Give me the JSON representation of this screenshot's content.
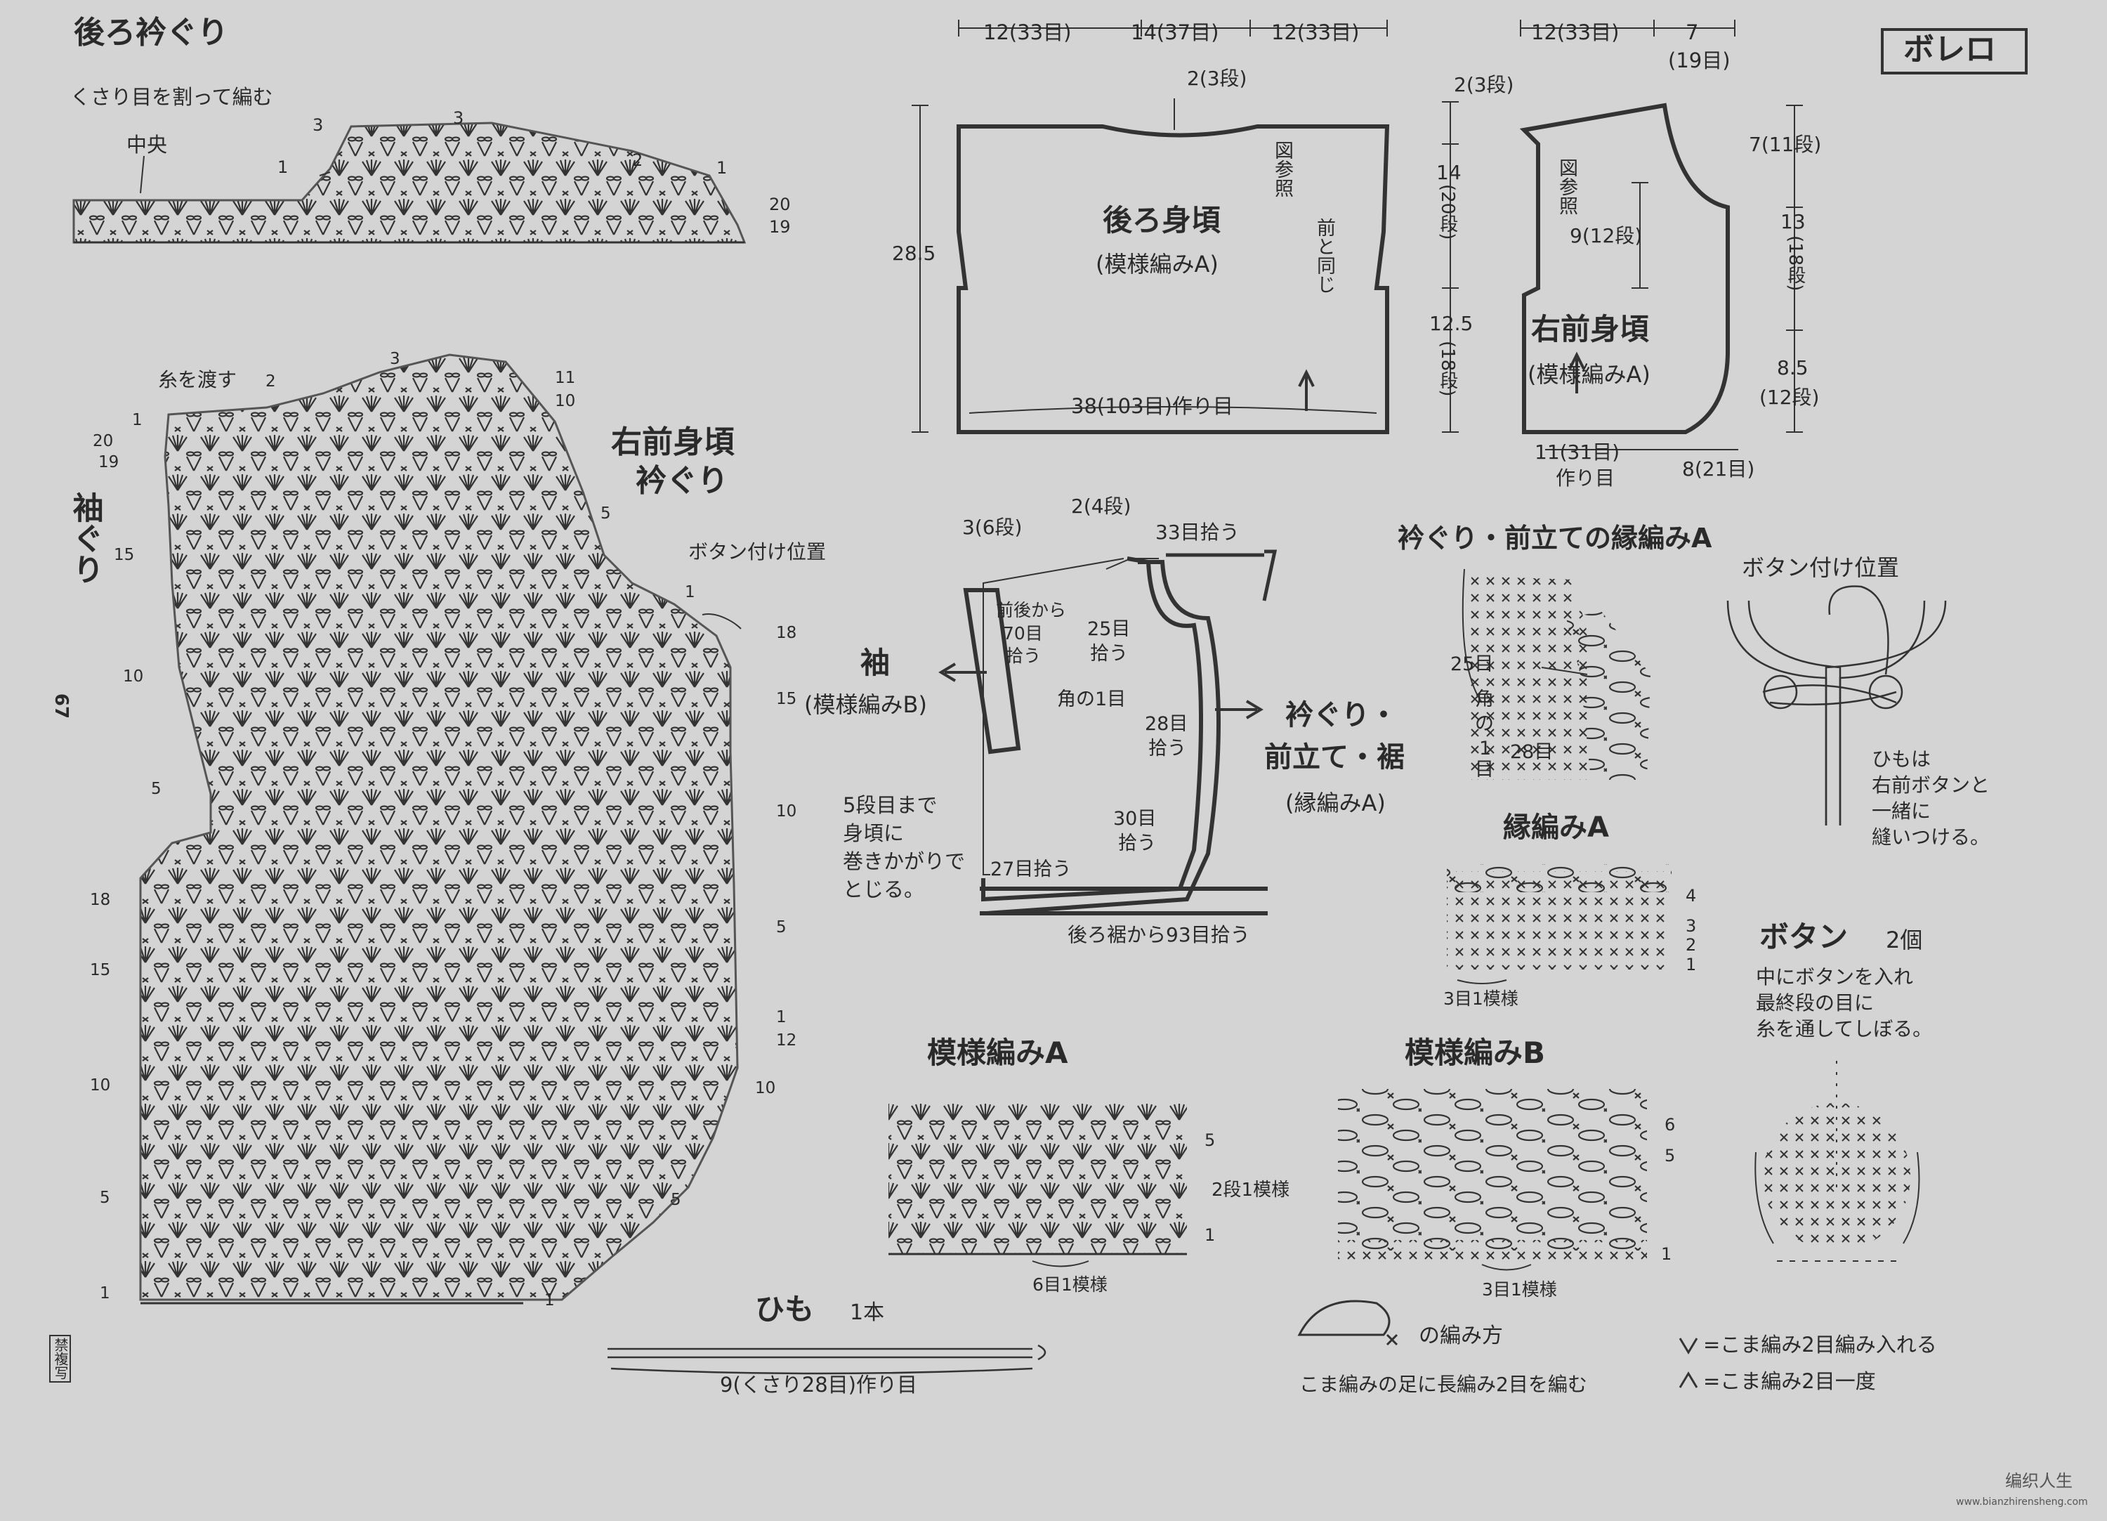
{
  "badge": "ボレロ",
  "page_number": "67",
  "stamp": "禁複写",
  "watermark": "编织人生",
  "watermark_url": "www.bianzhirensheng.com",
  "back_neck": {
    "title": "後ろ衿ぐり",
    "note_split": "くさり目を割って編む",
    "center": "中央",
    "rows_left": [
      "3",
      "1"
    ],
    "rows_right": [
      "3",
      "2",
      "1",
      "20",
      "19"
    ]
  },
  "right_front_chart": {
    "title_1": "右前身頃",
    "title_2": "衿ぐり",
    "side_label": "袖ぐり",
    "carry_yarn": "糸を渡す",
    "button_pos": "ボタン付け位置",
    "left_rows": [
      "3",
      "2",
      "1",
      "20",
      "19",
      "15",
      "10",
      "5",
      "18",
      "15",
      "10",
      "5",
      "1"
    ],
    "right_rows": [
      "11",
      "10",
      "5",
      "1",
      "18",
      "15",
      "10",
      "5",
      "1",
      "12",
      "10",
      "5",
      "1"
    ]
  },
  "back_body": {
    "title": "後ろ身頃",
    "pattern": "(模様編みA)",
    "top_left": "12(33目)",
    "top_mid": "14(37目)",
    "top_right": "12(33目)",
    "neck_depth": "2(3段)",
    "see_fig": "図参照",
    "same_front": "前と同じ",
    "height": "28.5",
    "bottom": "38(103目)作り目"
  },
  "right_front_body": {
    "title": "右前身頃",
    "pattern": "(模様編みA)",
    "top_left": "12(33目)",
    "top_right": "7",
    "top_right_sub": "(19目)",
    "shoulder": "2(3段)",
    "armhole": "14",
    "armhole_sub": "(20段)",
    "lower": "12.5",
    "lower_sub": "(18段)",
    "see_fig": "図参照",
    "inner": "9(12段)",
    "r1": "7(11段)",
    "r2": "13",
    "r2_sub": "(18段)",
    "r3": "8.5",
    "r3_sub": "(12段)",
    "bottom": "11(31目)",
    "bottom_sub": "作り目",
    "bottom_right": "8(21目)"
  },
  "assembly": {
    "rows_3": "3(6段)",
    "rows_2": "2(4段)",
    "pick33": "33目拾う",
    "sleeve_pick": "前後から",
    "sleeve_pick_2": "70目",
    "sleeve_pick_3": "拾う",
    "pick25": "25目",
    "pick25b": "拾う",
    "corner": "角の1目",
    "pick28": "28目",
    "pick28b": "拾う",
    "pick30": "30目",
    "pick30b": "拾う",
    "pick27": "27目拾う",
    "back_hem": "後ろ裾から93目拾う",
    "sleeve": "袖",
    "sleeve_pattern": "(模様編みB)",
    "edge_1": "衿ぐり・",
    "edge_2": "前立て・裾",
    "edge_pattern": "(縁編みA)",
    "close_1": "5段目まで",
    "close_2": "身頃に",
    "close_3": "巻きかがりで",
    "close_4": "とじる。"
  },
  "edge_detail": {
    "title": "衿ぐり・前立ての縁編みA",
    "p25": "25目",
    "corner_1": "角",
    "corner_2": "の",
    "corner_3": "1",
    "corner_4": "目",
    "p28": "28目"
  },
  "button_position": {
    "title": "ボタン付け位置",
    "note_1": "ひもは",
    "note_2": "右前ボタンと",
    "note_3": "一緒に",
    "note_4": "縫いつける。"
  },
  "edge_a": {
    "title": "縁編みA",
    "rows": [
      "4",
      "3",
      "2",
      "1"
    ],
    "repeat": "3目1模様"
  },
  "button": {
    "title": "ボタン",
    "count": "2個",
    "note_1": "中にボタンを入れ",
    "note_2": "最終段の目に",
    "note_3": "糸を通してしぼる。"
  },
  "pattern_a": {
    "title": "模様編みA",
    "rows": [
      "5",
      "1"
    ],
    "repeat_rows": "2段1模様",
    "repeat": "6目1模様"
  },
  "pattern_b": {
    "title": "模様編みB",
    "rows": [
      "6",
      "5",
      "1"
    ],
    "repeat": "3目1模様"
  },
  "cord": {
    "title": "ひも",
    "count": "1本",
    "length": "9(くさり28目)作り目"
  },
  "legend": {
    "how_to": "の編み方",
    "how_to_note": "こま編みの足に長編み2目を編む",
    "inc": "=こま編み2目編み入れる",
    "dec": "=こま編み2目一度"
  }
}
